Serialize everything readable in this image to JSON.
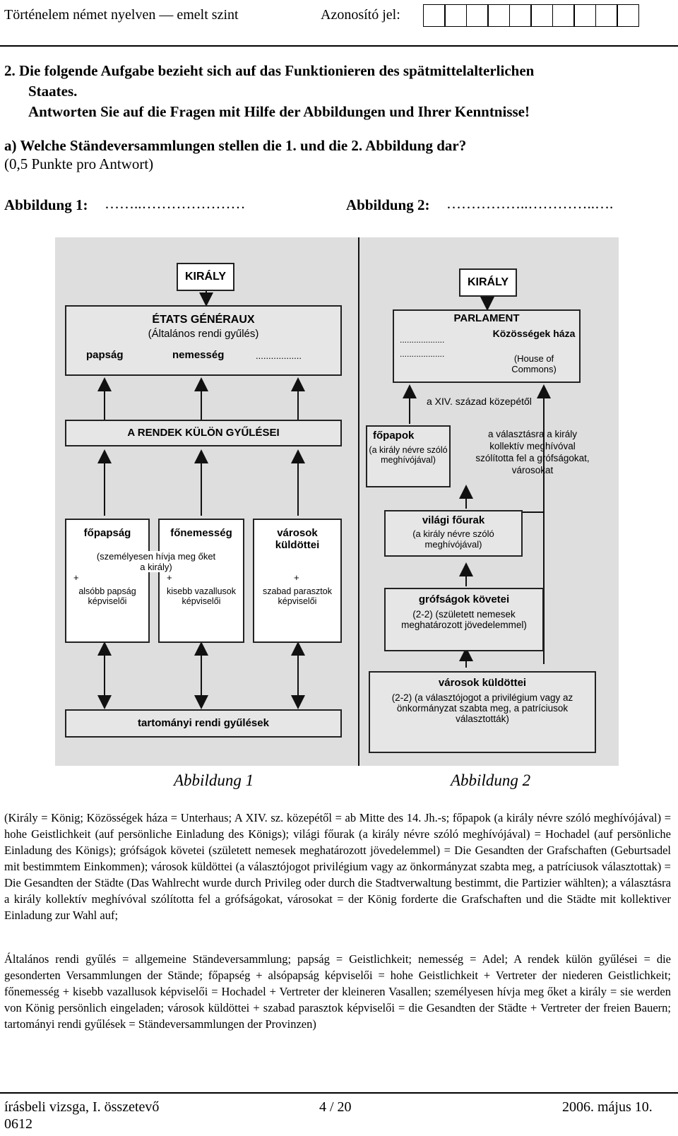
{
  "header": {
    "left": "Történelem német nyelven — emelt szint",
    "id_label": "Azonosító jel:"
  },
  "question": {
    "line1": "2.  Die folgende Aufgabe bezieht sich auf das Funktionieren des spätmittelalterlichen",
    "line2": "Staates.",
    "line3": "Antworten Sie auf die Fragen mit Hilfe der Abbildungen und Ihrer Kenntnisse!",
    "part_a": "a) Welche Ständeversammlungen stellen die 1. und die 2. Abbildung dar?",
    "points": "(0,5 Punkte pro Antwort)",
    "answer1_label": "Abbildung 1:",
    "answer1_dots": "……..…………………",
    "answer2_label": "Abbildung 2:",
    "answer2_dots": "……………..…………..…."
  },
  "diagram1": {
    "kiraly": "KIRÁLY",
    "etats": "ÉTATS GÉNÉRAUX",
    "etats_sub": "(Általános rendi gyűlés)",
    "papsag": "papság",
    "nemesseg": "nemesség",
    "dots": "..................",
    "rendek": "A RENDEK KÜLÖN GYŰLÉSEI",
    "fopapsag": "főpapság",
    "fonemesseg": "főnemesség",
    "varosok": "városok küldöttei",
    "szemelyesen": "(személyesen hívja meg őket a király)",
    "plus": "+",
    "alsobb": "alsóbb papság képviselői",
    "kisebb": "kisebb vazallusok képviselői",
    "szabad": "szabad parasztok képviselői",
    "tartomanyi": "tartományi rendi gyűlések"
  },
  "diagram2": {
    "kiraly": "KIRÁLY",
    "parlament": "PARLAMENT",
    "dots1": "...................",
    "dots2": "...................",
    "kozossegek": "Közösségek háza",
    "house": "(House of Commons)",
    "xiv": "a XIV. század közepétől",
    "fopapok": "főpapok",
    "fopapok_sub": "(a király névre szóló meghívójával)",
    "valasztasra": "a választásra a király kollektív meghívóval szólította fel a grófságokat, városokat",
    "vilagi": "világi főurak",
    "vilagi_sub": "(a király névre szóló meghívójával)",
    "grofsagok": "grófságok követei",
    "grofsagok_sub": "(2-2) (született nemesek meghatározott jövedelemmel)",
    "varosok": "városok küldöttei",
    "varosok_sub": "(2-2) (a választójogot a privilégium vagy az önkormányzat szabta meg, a patríciusok választották)"
  },
  "captions": {
    "fig1": "Abbildung 1",
    "fig2": "Abbildung 2"
  },
  "glossary1": "(Király = König; Közösségek háza = Unterhaus; A XIV. sz. közepétől = ab Mitte des 14. Jh.-s; főpapok (a király névre szóló meghívójával) = hohe Geistlichkeit (auf persönliche Einladung des Königs); világi főurak (a király névre szóló meghívójával) = Hochadel (auf persönliche Einladung des Königs); grófságok követei (született nemesek meghatározott jövedelemmel) = Die Gesandten der Grafschaften (Geburtsadel mit bestimmtem Einkommen); városok küldöttei (a választójogot privilégium vagy az önkormányzat szabta meg, a patríciusok választottak) = Die Gesandten der Städte (Das Wahlrecht wurde durch Privileg oder durch die Stadtverwaltung bestimmt, die Partizier wählten); a választásra a király kollektív meghívóval szólította fel a grófságokat, városokat = der König forderte die Grafschaften und die Städte mit kollektiver Einladung zur Wahl auf;",
  "glossary2": "Általános rendi gyűlés = allgemeine Ständeversammlung; papság = Geistlichkeit; nemesség = Adel; A rendek külön gyűlései = die gesonderten Versammlungen der Stände; főpapség + alsópapság képviselői = hohe Geistlichkeit + Vertreter der niederen Geistlichkeit; főnemesség + kisebb vazallusok képviselői = Hochadel + Vertreter der kleineren Vasallen; személyesen hívja meg őket a király = sie werden von König persönlich eingeladen; városok küldöttei + szabad parasztok képviselői = die Gesandten der Städte + Vertreter der freien Bauern; tartományi rendi gyűlések = Ständeversammlungen der Provinzen)",
  "footer": {
    "left": "írásbeli vizsga, I. összetevő",
    "code": "0612",
    "page": "4 / 20",
    "date": "2006. május 10."
  }
}
